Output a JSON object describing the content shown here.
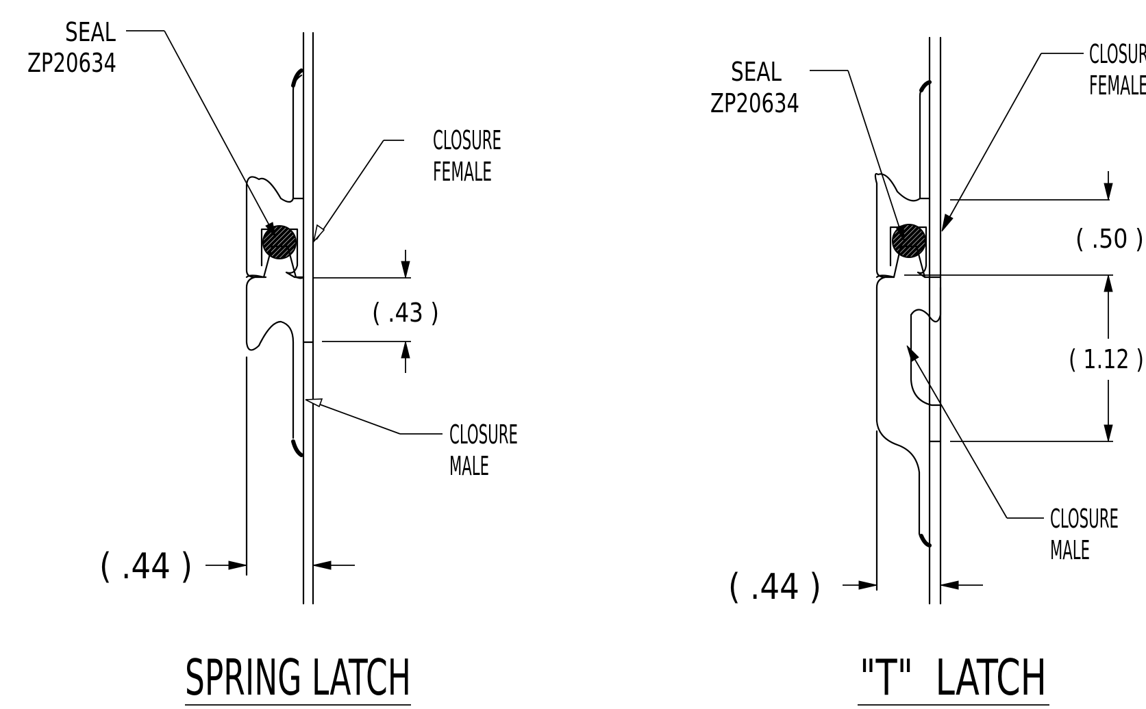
{
  "left_detail": {
    "seal_label": "SEAL",
    "seal_part": "ZP20634",
    "closure_female_1": "CLOSURE",
    "closure_female_2": "FEMALE",
    "closure_male_1": "CLOSURE",
    "closure_male_2": "MALE",
    "dim_gap": "( .43 )",
    "dim_width": "( .44 )",
    "title": "SPRING LATCH"
  },
  "right_detail": {
    "seal_label": "SEAL",
    "seal_part": "ZP20634",
    "closure_female_1": "CLOSURE",
    "closure_female_2": "FEMALE",
    "closure_male_1": "CLOSURE",
    "closure_male_2": "MALE",
    "dim_top": "( .50 )",
    "dim_span": "( 1.12 )",
    "dim_width": "( .44 )",
    "title": "\"T\"  LATCH"
  },
  "colors": {
    "ink": "#000000",
    "background": "#ffffff"
  }
}
